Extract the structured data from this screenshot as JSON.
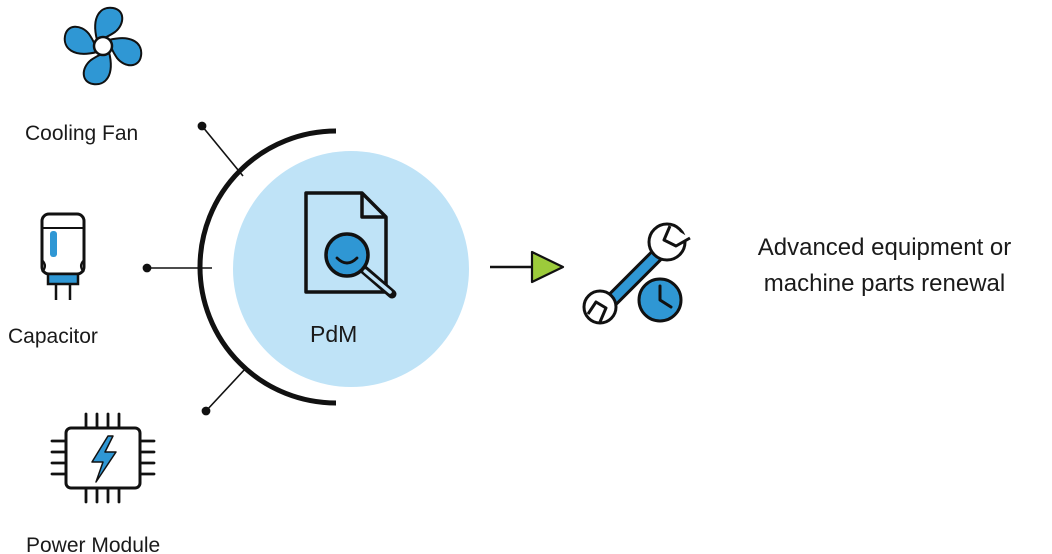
{
  "components": [
    {
      "label": "Cooling Fan",
      "icon": "fan-icon"
    },
    {
      "label": "Capacitor",
      "icon": "capacitor-icon"
    },
    {
      "label": "Power Module",
      "icon": "chip-lightning-icon"
    }
  ],
  "center": {
    "label": "PdM",
    "icon": "document-search-icon"
  },
  "arrow_icon": "right-arrow-icon",
  "outcome": {
    "icon": "wrench-clock-icon",
    "line1": "Advanced equipment or",
    "line2": "machine parts renewal"
  },
  "colors": {
    "accent_blue": "#2f97d4",
    "circle_fill": "#bfe3f7",
    "arrow_green": "#9ccb3b",
    "outline": "#111111"
  }
}
